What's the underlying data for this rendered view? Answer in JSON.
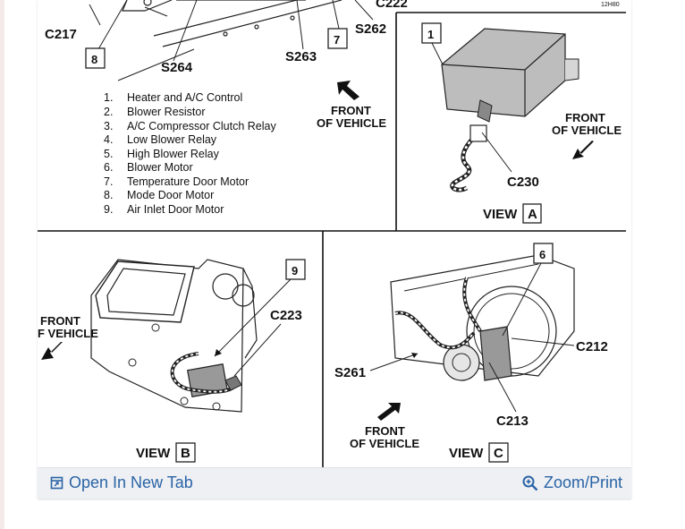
{
  "diagram": {
    "top_labels": {
      "c222": "C222",
      "code": "12H80",
      "c217": "C217",
      "s262": "S262",
      "s263": "S263",
      "s264": "S264",
      "box8": "8",
      "box7": "7"
    },
    "legend": [
      {
        "num": "1.",
        "text": "Heater and A/C Control"
      },
      {
        "num": "2.",
        "text": "Blower Resistor"
      },
      {
        "num": "3.",
        "text": "A/C Compressor Clutch Relay"
      },
      {
        "num": "4.",
        "text": "Low Blower Relay"
      },
      {
        "num": "5.",
        "text": "High Blower Relay"
      },
      {
        "num": "6.",
        "text": "Blower Motor"
      },
      {
        "num": "7.",
        "text": "Temperature Door Motor"
      },
      {
        "num": "8.",
        "text": "Mode Door Motor"
      },
      {
        "num": "9.",
        "text": "Air Inlet Door Motor"
      }
    ],
    "front_top_line1": "FRONT",
    "front_top_line2": "OF VEHICLE",
    "view_a": {
      "box": "1",
      "front_line1": "FRONT",
      "front_line2": "OF VEHICLE",
      "connector": "C230",
      "view_word": "VIEW",
      "view_letter": "A"
    },
    "view_b": {
      "box": "9",
      "connector": "C223",
      "front_line1": "FRONT",
      "front_line2": "F VEHICLE",
      "view_word": "VIEW",
      "view_letter": "B"
    },
    "view_c": {
      "box": "6",
      "c212": "C212",
      "s261": "S261",
      "c213": "C213",
      "front_line1": "FRONT",
      "front_line2": "OF VEHICLE",
      "view_word": "VIEW",
      "view_letter": "C"
    }
  },
  "footer": {
    "open_tab_label": "Open In New Tab",
    "zoom_label": "Zoom/Print",
    "link_color": "#2a64a6"
  }
}
